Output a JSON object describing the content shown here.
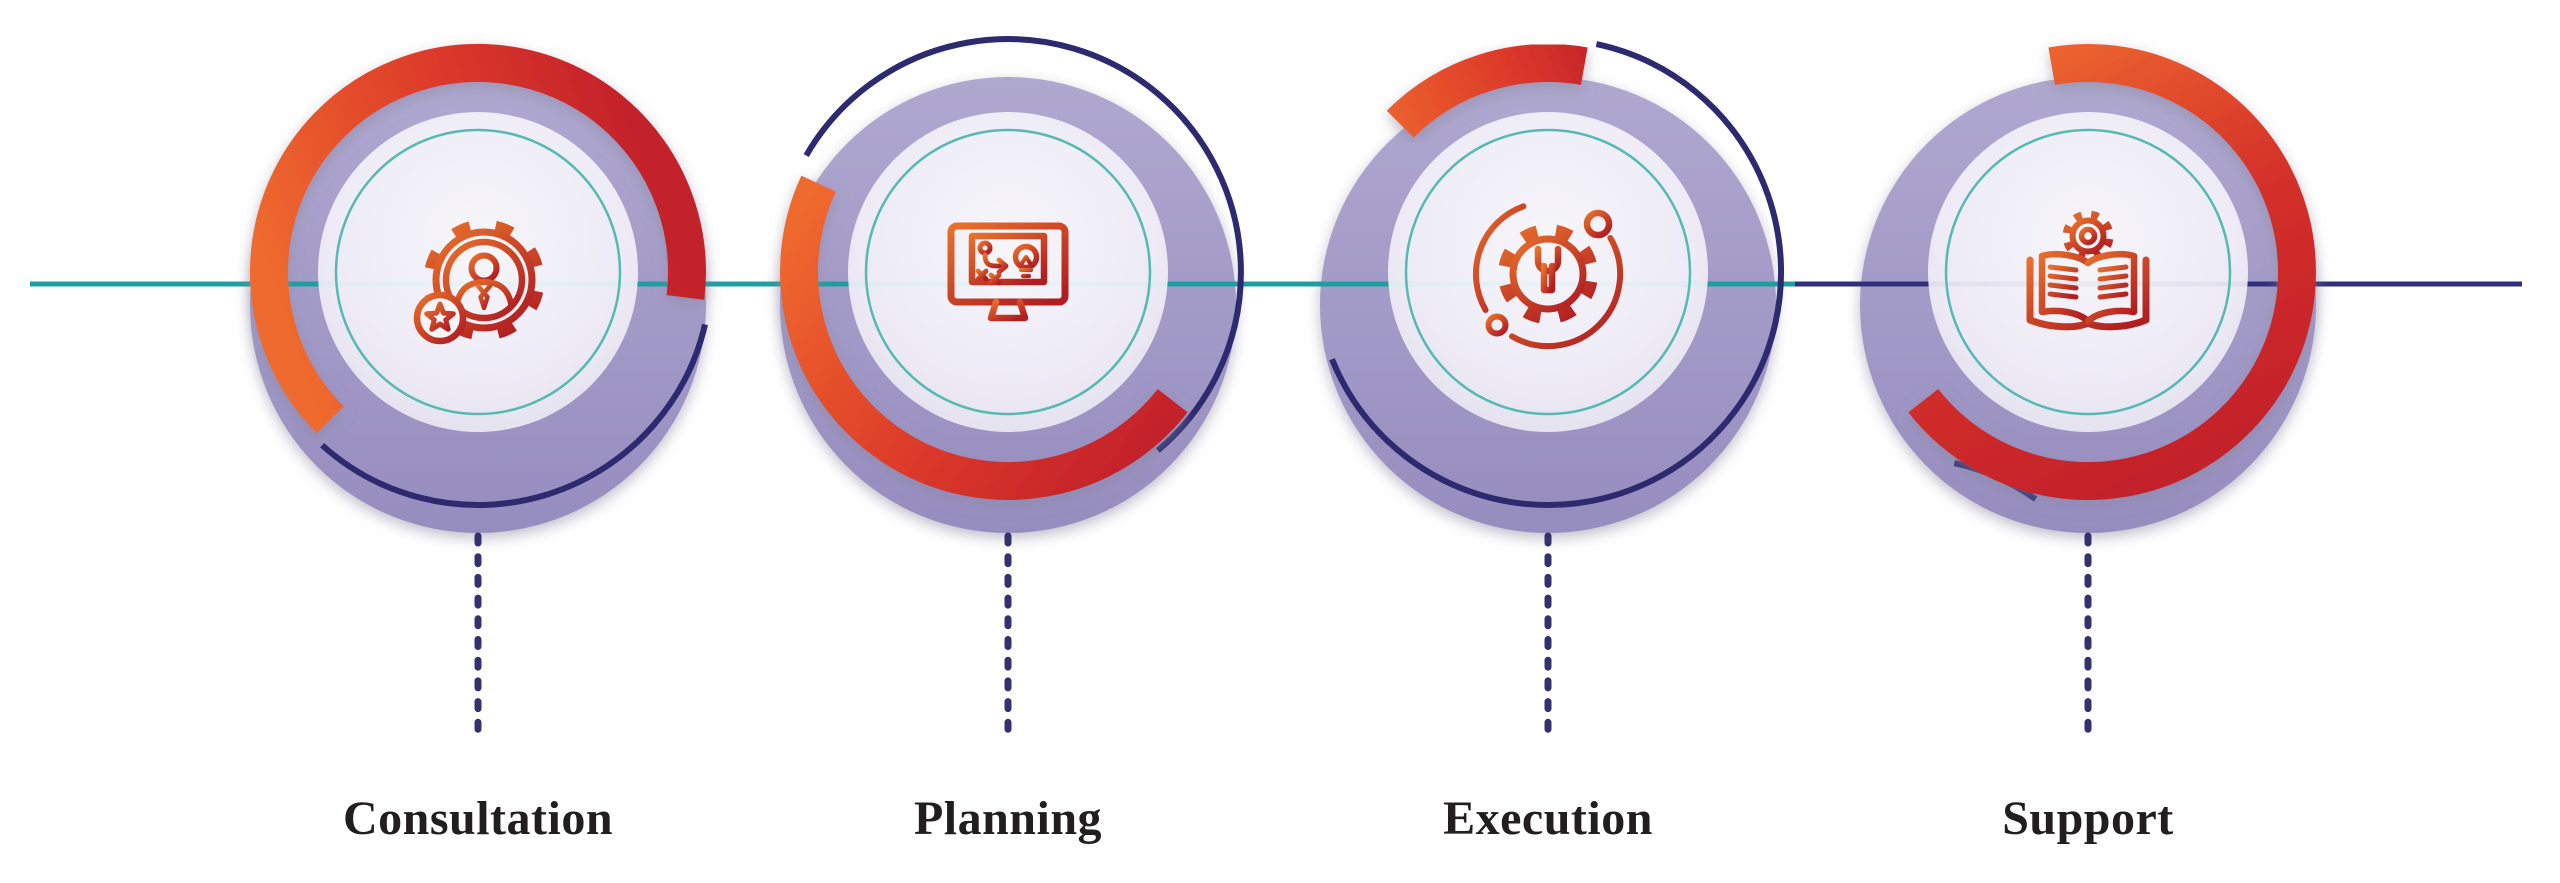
{
  "diagram": {
    "type": "process-timeline-infographic",
    "orientation": "horizontal"
  },
  "steps": [
    {
      "label": "Consultation",
      "icon": "gear-person-star-icon"
    },
    {
      "label": "Planning",
      "icon": "monitor-strategy-icon"
    },
    {
      "label": "Execution",
      "icon": "gear-wrench-orbit-icon"
    },
    {
      "label": "Support",
      "icon": "open-book-gear-icon"
    }
  ],
  "colors": {
    "accent_orange": "#F26B2E",
    "accent_red": "#C2202A",
    "ring_lavender": "#A29AC7",
    "arc_navy": "#2D2A70",
    "timeline_teal": "#1C9FA1",
    "timeline_navy": "#312E7B",
    "inner_ring_teal": "#56B9B3",
    "dashed_line_navy": "#34316F",
    "label_text": "#221E1F"
  }
}
